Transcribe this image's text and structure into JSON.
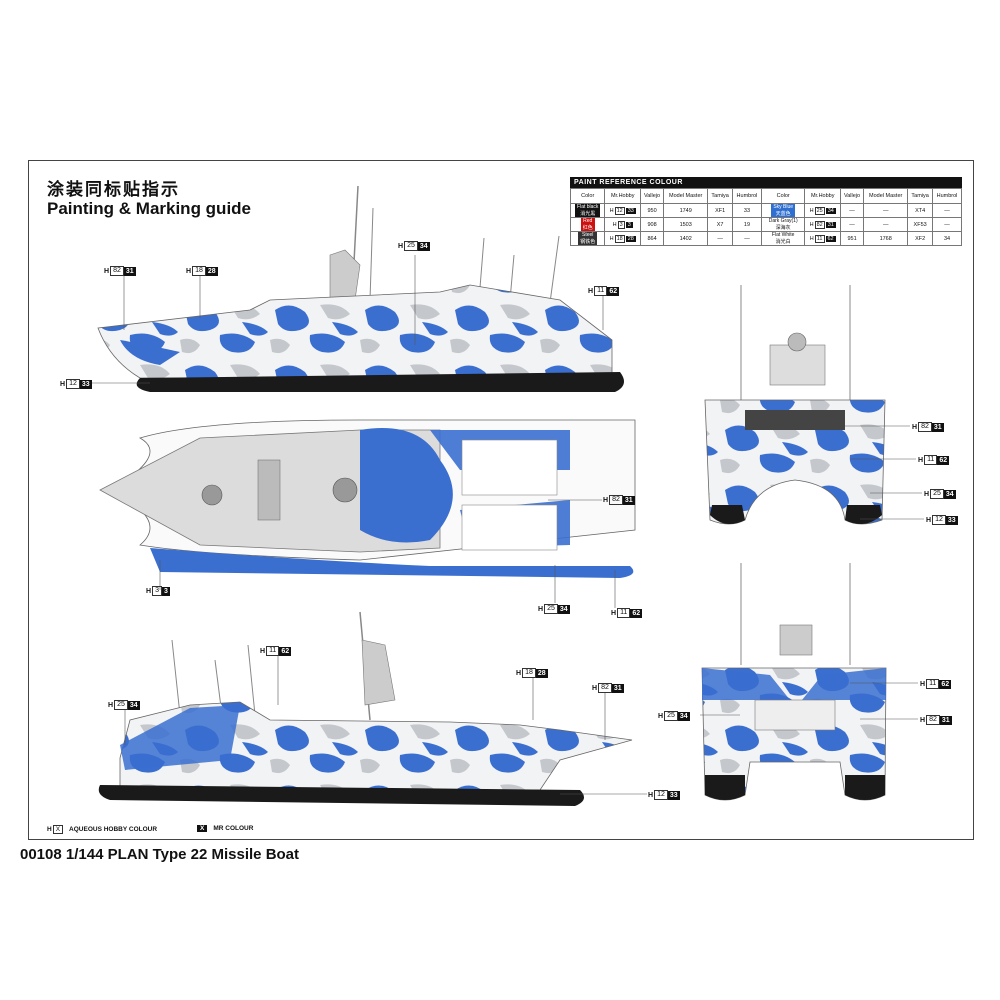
{
  "title_cn": "涂装同标贴指示",
  "title_en": "Painting & Marking guide",
  "footer": "00108 1/144 PLAN Type 22 Missile Boat",
  "legend": {
    "aqueous_prefix": "H",
    "aqueous_box": "X",
    "aqueous_label": "AQUEOUS HOBBY COLOUR",
    "mr_box": "X",
    "mr_label": "MR COLOUR"
  },
  "paint_table": {
    "heading": "PAINT REFERENCE COLOUR",
    "columns": [
      "Color",
      "Mr.Hobby",
      "Vallejo",
      "Model Master",
      "Tamiya",
      "Humbrol",
      "Color",
      "Mr.Hobby",
      "Vallejo",
      "Model Master",
      "Tamiya",
      "Humbrol"
    ],
    "rows": [
      {
        "c1": "Flat black",
        "c1cn": "消光黑",
        "c1color": "#111111",
        "h1": "12",
        "m1": "33",
        "v1": "950",
        "mm1": "1749",
        "t1": "XF1",
        "hu1": "33",
        "c2": "Sky Blue",
        "c2cn": "天蓝色",
        "c2color": "#2f6fcf",
        "h2": "25",
        "m2": "34",
        "v2": "—",
        "mm2": "—",
        "t2": "XT4",
        "hu2": "—"
      },
      {
        "c1": "Red",
        "c1cn": "红色",
        "c1color": "#cc1111",
        "h1": "3",
        "m1": "3",
        "v1": "908",
        "mm1": "1503",
        "t1": "X7",
        "hu1": "19",
        "c2": "Dark Gray(1)",
        "c2cn": "深海灰",
        "c2color": "#ffffff",
        "h2": "82",
        "m2": "31",
        "v2": "—",
        "mm2": "—",
        "t2": "XF53",
        "hu2": "—"
      },
      {
        "c1": "Steel",
        "c1cn": "钢铁色",
        "c1color": "#333333",
        "h1": "18",
        "m1": "28",
        "v1": "864",
        "mm1": "1402",
        "t1": "—",
        "hu1": "—",
        "c2": "Flat White",
        "c2cn": "消光白",
        "c2color": "#ffffff",
        "h2": "11",
        "m2": "62",
        "v2": "951",
        "mm2": "1768",
        "t2": "XF2",
        "hu2": "34"
      }
    ]
  },
  "callouts": [
    {
      "id": "c1",
      "num": "82",
      "code": "31"
    },
    {
      "id": "c2",
      "num": "18",
      "code": "28"
    },
    {
      "id": "c3",
      "num": "25",
      "code": "34"
    },
    {
      "id": "c4",
      "num": "11",
      "code": "62"
    },
    {
      "id": "c5",
      "num": "12",
      "code": "33"
    },
    {
      "id": "c6",
      "num": "82",
      "code": "31"
    },
    {
      "id": "c7",
      "num": "3",
      "code": "3"
    },
    {
      "id": "c8",
      "num": "25",
      "code": "34"
    },
    {
      "id": "c9",
      "num": "11",
      "code": "62"
    },
    {
      "id": "c10",
      "num": "11",
      "code": "62"
    },
    {
      "id": "c11",
      "num": "25",
      "code": "34"
    },
    {
      "id": "c12",
      "num": "18",
      "code": "28"
    },
    {
      "id": "c13",
      "num": "82",
      "code": "31"
    },
    {
      "id": "c14",
      "num": "12",
      "code": "33"
    },
    {
      "id": "c15",
      "num": "82",
      "code": "31"
    },
    {
      "id": "c16",
      "num": "11",
      "code": "62"
    },
    {
      "id": "c17",
      "num": "25",
      "code": "34"
    },
    {
      "id": "c18",
      "num": "12",
      "code": "33"
    },
    {
      "id": "c19",
      "num": "11",
      "code": "62"
    },
    {
      "id": "c20",
      "num": "25",
      "code": "34"
    },
    {
      "id": "c21",
      "num": "82",
      "code": "31"
    }
  ],
  "colors": {
    "camo_blue": "#3a6fd0",
    "camo_grey": "#c4c7cc",
    "hull_black": "#1a1a1a",
    "deck_grey": "#d9d9d9"
  }
}
